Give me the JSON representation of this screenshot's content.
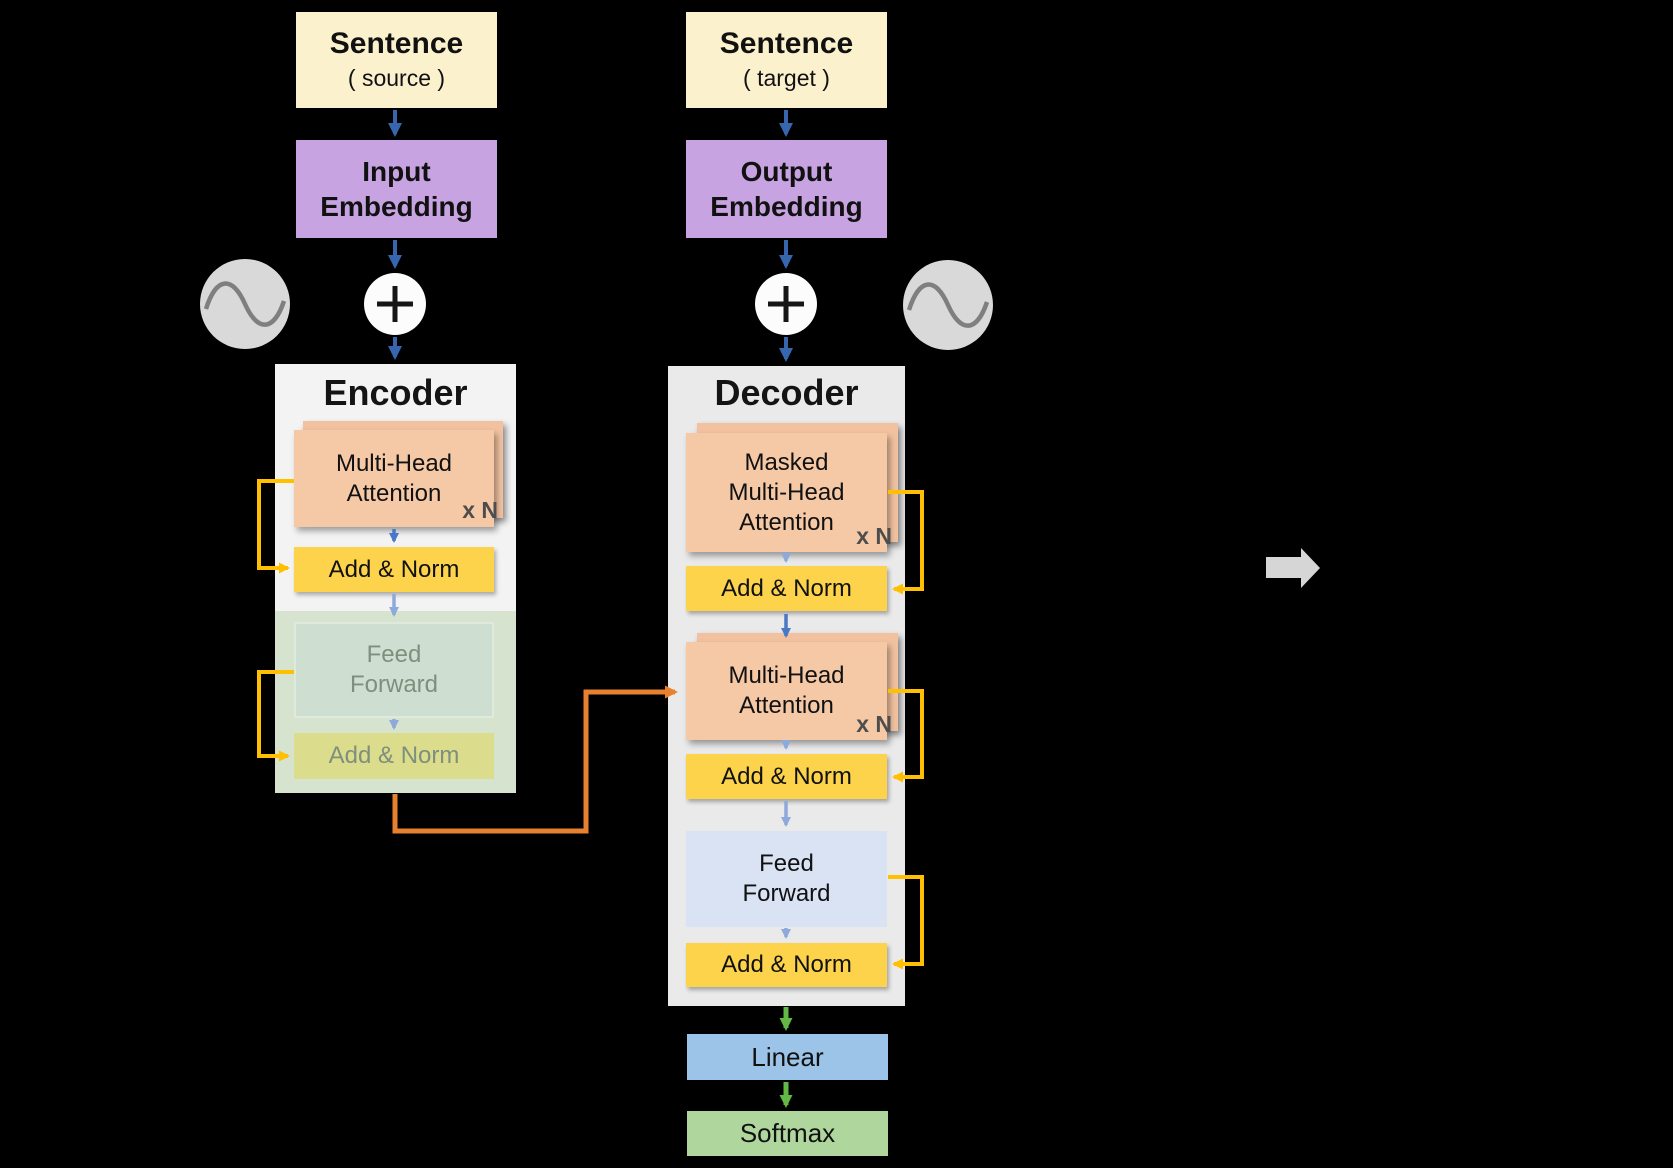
{
  "diagram": {
    "source_branch": {
      "sentence_title": "Sentence",
      "sentence_subtitle": "( source )",
      "embedding_label": [
        "Input",
        "Embedding"
      ],
      "encoder": {
        "title": "Encoder",
        "attention_label": [
          "Multi-Head",
          "Attention"
        ],
        "repeat_label": "x N",
        "add_norm_1": "Add & Norm",
        "feed_forward_label": [
          "Feed",
          "Forward"
        ],
        "add_norm_2": "Add & Norm"
      }
    },
    "target_branch": {
      "sentence_title": "Sentence",
      "sentence_subtitle": "( target )",
      "embedding_label": [
        "Output",
        "Embedding"
      ],
      "decoder": {
        "title": "Decoder",
        "masked_attention_label": [
          "Masked",
          "Multi-Head",
          "Attention"
        ],
        "repeat_label_1": "x N",
        "add_norm_1": "Add & Norm",
        "attention_label": [
          "Multi-Head",
          "Attention"
        ],
        "repeat_label_2": "x N",
        "add_norm_2": "Add & Norm",
        "feed_forward_label": [
          "Feed",
          "Forward"
        ],
        "add_norm_3": "Add & Norm"
      },
      "linear_label": "Linear",
      "softmax_label": "Softmax"
    },
    "icons": {
      "positional_encoding_left": "sine-wave-icon",
      "positional_encoding_right": "sine-wave-icon",
      "add_left": "plus-icon",
      "add_right": "plus-icon",
      "transition": "right-arrow-icon"
    },
    "colors": {
      "sentence_box": "#FBF1CD",
      "embedding_box": "#C7A3E1",
      "attention_box": "#F5C8A6",
      "attention_box_back": "#F2C2A0",
      "add_norm_box": "#FCD34B",
      "encoder_bg": "#F3F3F3",
      "decoder_bg": "#EAEAEA",
      "encoder_ff_overlay": "#D6E3CF",
      "encoder_ff_box": "#CEDFD2",
      "encoder_add_norm_faded": "#DBDC8C",
      "encoder_faded_text": "#7E907D",
      "decoder_ff_box": "#DAE3F4",
      "linear_box": "#9CC3E8",
      "softmax_box": "#AFD69C",
      "flow_arrow": "#3566AE",
      "inner_arrow": "#8EA9DB",
      "inner_arrow_strong": "#4A78C4",
      "output_arrow": "#62B946",
      "residual_line": "#FFC001",
      "cross_attention_line": "#E8812F",
      "transition_arrow": "#D6D6D6",
      "sine_circle": "#D9D9D9",
      "sine_stroke": "#7F7F7F"
    }
  }
}
